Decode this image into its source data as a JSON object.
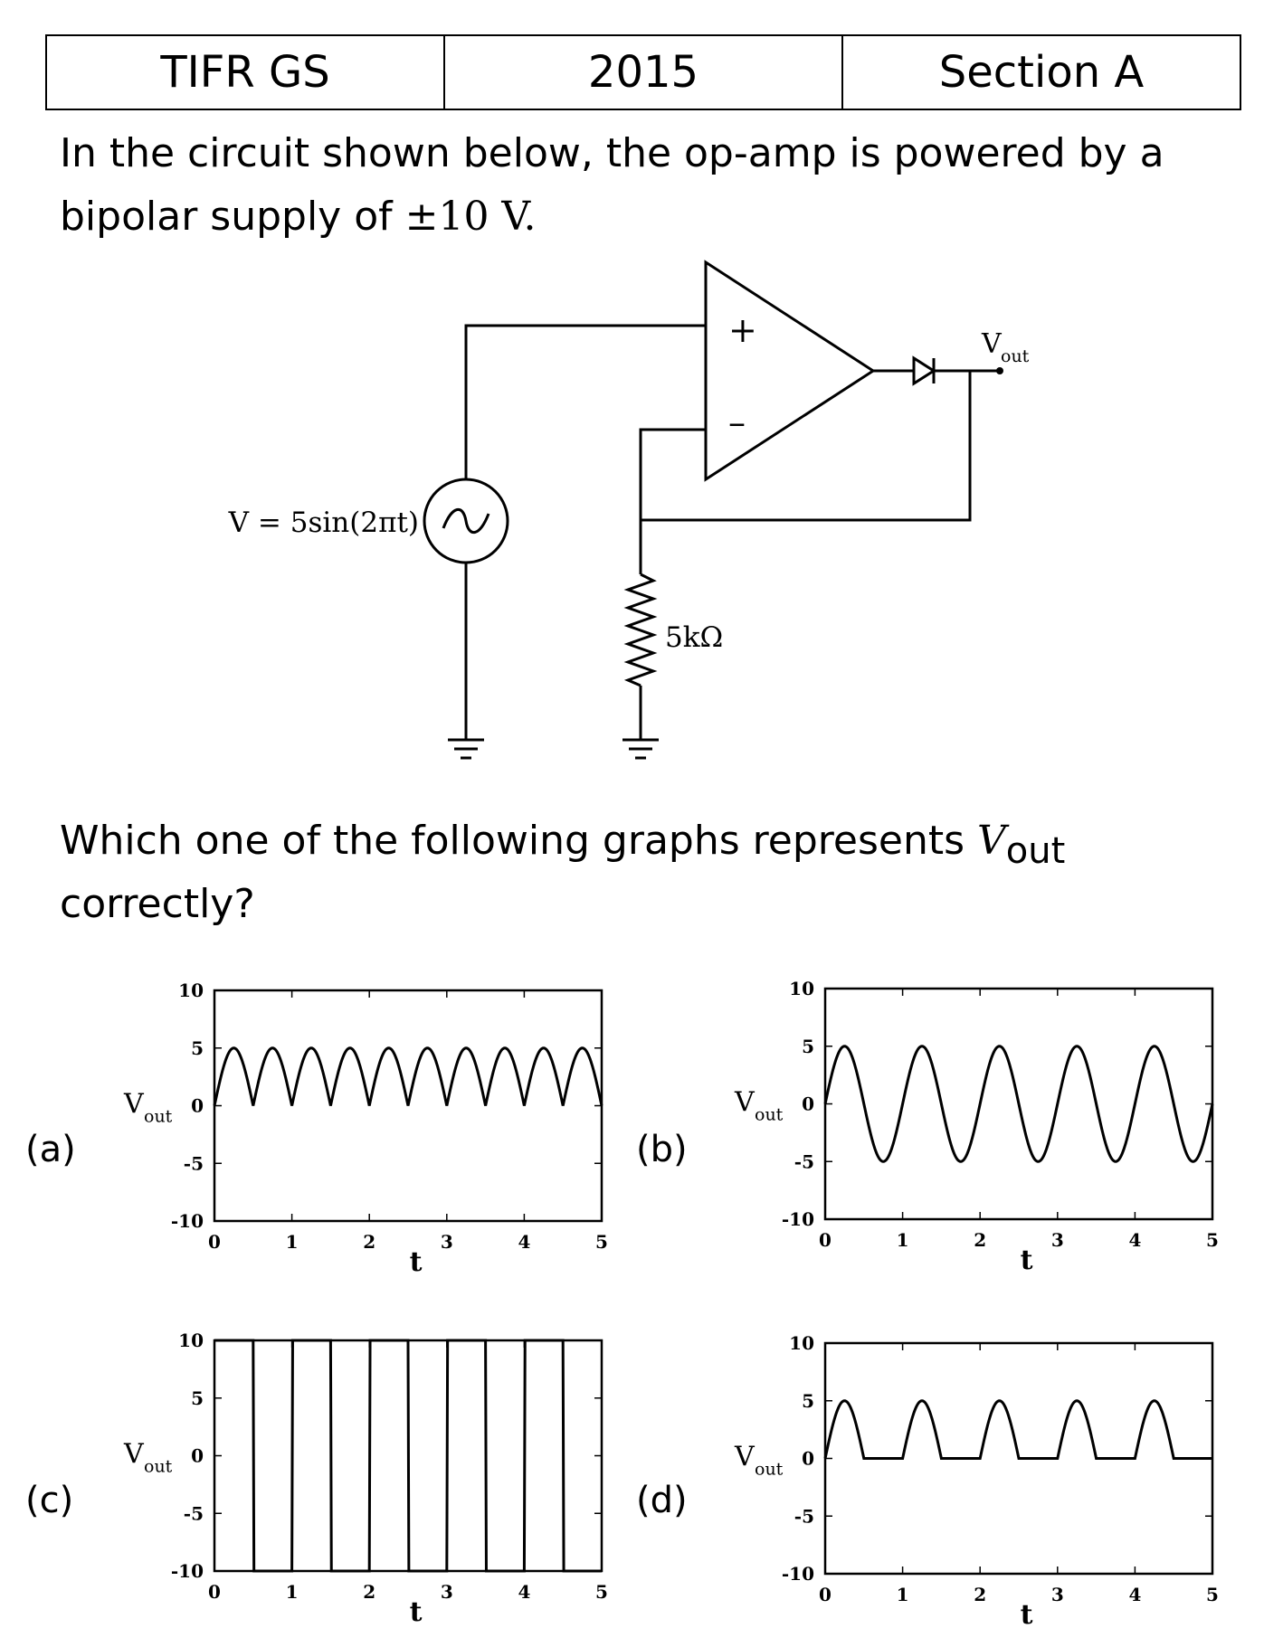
{
  "header": {
    "exam": "TIFR GS",
    "year": "2015",
    "section": "Section A"
  },
  "question": {
    "line1": "In the circuit shown below, the op-amp is powered by a",
    "line2_prefix": "bipolar supply of ",
    "line2_math": "±10 V.",
    "line3_prefix": "Which one of the following graphs represents ",
    "line3_var": "V",
    "line3_sub": "out",
    "line4": "correctly?"
  },
  "circuit": {
    "source_label": "V = 5sin(2πt)",
    "resistor_label": "5kΩ",
    "plus_sign": "+",
    "minus_sign": "–",
    "output_label_main": "V",
    "output_label_sub": "out"
  },
  "options": [
    {
      "label": "(a)",
      "kind": "rectified_abs"
    },
    {
      "label": "(b)",
      "kind": "sine"
    },
    {
      "label": "(c)",
      "kind": "square"
    },
    {
      "label": "(d)",
      "kind": "half_wave"
    }
  ],
  "chart_data": [
    {
      "type": "line",
      "option": "(a)",
      "xlabel": "t",
      "ylabel_main": "V",
      "ylabel_sub": "out",
      "xlim": [
        0,
        5
      ],
      "ylim": [
        -10,
        10
      ],
      "xticks": [
        "0",
        "1",
        "2",
        "3",
        "4",
        "5"
      ],
      "yticks": [
        "-10",
        "-5",
        "0",
        "5",
        "10"
      ],
      "function": "5*|sin(2πt)|",
      "samples": 500
    },
    {
      "type": "line",
      "option": "(b)",
      "xlabel": "t",
      "ylabel_main": "V",
      "ylabel_sub": "out",
      "xlim": [
        0,
        5
      ],
      "ylim": [
        -10,
        10
      ],
      "xticks": [
        "0",
        "1",
        "2",
        "3",
        "4",
        "5"
      ],
      "yticks": [
        "-10",
        "-5",
        "0",
        "5",
        "10"
      ],
      "function": "5*sin(2πt)",
      "samples": 500
    },
    {
      "type": "line",
      "option": "(c)",
      "xlabel": "t",
      "ylabel_main": "V",
      "ylabel_sub": "out",
      "xlim": [
        0,
        5
      ],
      "ylim": [
        -10,
        10
      ],
      "xticks": [
        "0",
        "1",
        "2",
        "3",
        "4",
        "5"
      ],
      "yticks": [
        "-10",
        "-5",
        "0",
        "5",
        "10"
      ],
      "function": "10*sign(sin(2πt))",
      "samples": 500
    },
    {
      "type": "line",
      "option": "(d)",
      "xlabel": "t",
      "ylabel_main": "V",
      "ylabel_sub": "out",
      "xlim": [
        0,
        5
      ],
      "ylim": [
        -10,
        10
      ],
      "xticks": [
        "0",
        "1",
        "2",
        "3",
        "4",
        "5"
      ],
      "yticks": [
        "-10",
        "-5",
        "0",
        "5",
        "10"
      ],
      "function": "max(0, 5*sin(2πt))",
      "samples": 500
    }
  ]
}
